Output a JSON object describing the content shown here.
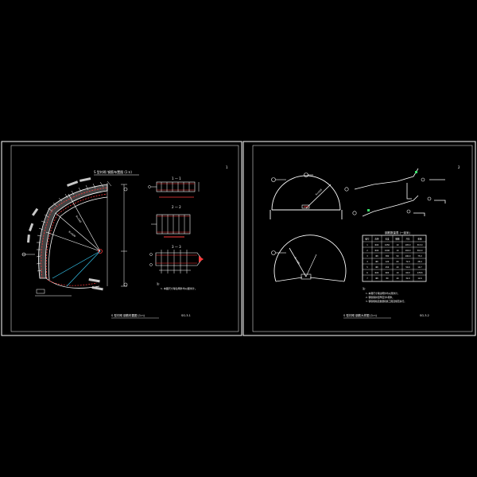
{
  "colors": {
    "background": "#000000",
    "frame": "#ffffff",
    "structure": "#ffffff",
    "rebar": "#ff3b3b",
    "dimension": "#39d4ff",
    "text": "#ffffff",
    "fill_band": "#c8c8c8",
    "accent_green": "#39e06a"
  },
  "sheet_left": {
    "title_top": "S 型衬砌 钢筋布置图 (1:n)",
    "page_mark": "1",
    "section_1_label": "1 — 1",
    "section_2_label": "2 — 2",
    "section_3_label": "3 — 3",
    "note_label": "注:",
    "note_text": "1. 本图尺寸除注明外均以厘米计。",
    "bottom_title": "S 型衬砌 钢筋布置图 (1:n)",
    "drawing_no": "SG-3-1"
  },
  "sheet_right": {
    "page_mark": "2",
    "table_title": "钢筋数量表 (一延米)",
    "table_headers": [
      "编号",
      "直径",
      "长度",
      "根数",
      "共长",
      "重量"
    ],
    "table_rows": [
      [
        "1",
        "Φ22",
        "1050",
        "10",
        "105.0",
        "313.0"
      ],
      [
        "2",
        "Φ22",
        "1040",
        "10",
        "104.0",
        "310.0"
      ],
      [
        "3",
        "Φ8",
        "380",
        "50",
        "190.0",
        "75.0"
      ],
      [
        "4",
        "Φ8",
        "120",
        "60",
        "72.0",
        "28.4"
      ],
      [
        "5",
        "Φ8",
        "250",
        "20",
        "50.0",
        "19.7"
      ],
      [
        "6",
        "Φ22",
        "600",
        "10",
        "60.0",
        "178.8"
      ],
      [
        "7",
        "Φ8",
        "80",
        "40",
        "32.0",
        "12.6"
      ]
    ],
    "notes_label": "注:",
    "notes": [
      "1. 本图尺寸除注明外均以厘米计。",
      "2. 钢筋保护层厚度为5厘米。",
      "3. 钢筋规格及数量按施工图及规范执行。"
    ],
    "bottom_title": "S 型衬砌 钢筋大样图 (1:n)",
    "drawing_no": "SG-3-2"
  }
}
